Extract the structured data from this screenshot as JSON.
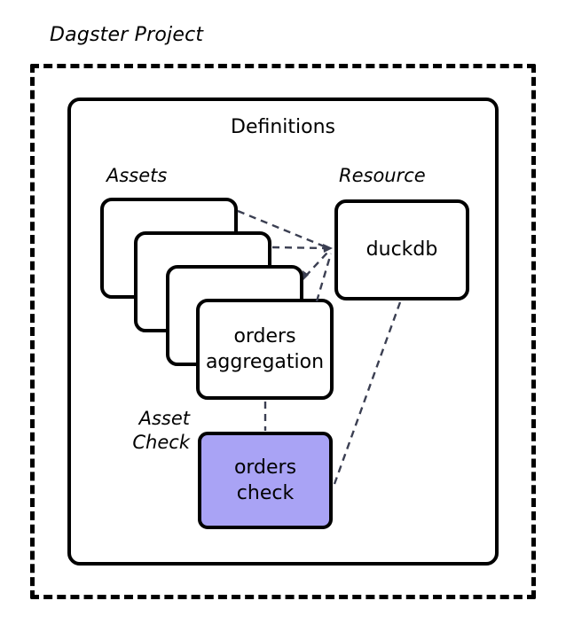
{
  "diagram": {
    "type": "architecture-diagram",
    "title": "Dagster Project",
    "container": {
      "label": "Definitions",
      "border_style": "solid"
    },
    "outer_border_style": "dashed",
    "groups": [
      {
        "name": "assets-group",
        "label": "Assets"
      },
      {
        "name": "resource-group",
        "label": "Resource"
      },
      {
        "name": "asset-check-group",
        "label_line_1": "Asset",
        "label_line_2": "Check"
      }
    ],
    "nodes": {
      "asset_stack": {
        "label_line_1": "orders",
        "label_line_2": "aggregation",
        "stack_count": 4,
        "fill": "#ffffff"
      },
      "resource": {
        "label": "duckdb",
        "fill": "#ffffff"
      },
      "asset_check": {
        "label_line_1": "orders",
        "label_line_2": "check",
        "fill": "#a9a3f5"
      }
    },
    "edges": [
      {
        "from": "asset-card-1",
        "to": "duckdb",
        "style": "dashed",
        "arrow": true
      },
      {
        "from": "asset-card-2",
        "to": "duckdb",
        "style": "dashed",
        "arrow": true
      },
      {
        "from": "asset-card-3",
        "to": "duckdb",
        "style": "dashed",
        "arrow": true
      },
      {
        "from": "orders-aggregation",
        "to": "duckdb",
        "style": "dashed",
        "arrow": true
      },
      {
        "from": "orders-aggregation",
        "to": "orders-check",
        "style": "dashed",
        "arrow": false
      },
      {
        "from": "duckdb",
        "to": "orders-check",
        "style": "dashed",
        "arrow": false
      }
    ],
    "colors": {
      "stroke": "#000000",
      "edge": "#3b3f52",
      "check_fill": "#a9a3f5",
      "background": "#ffffff"
    }
  }
}
